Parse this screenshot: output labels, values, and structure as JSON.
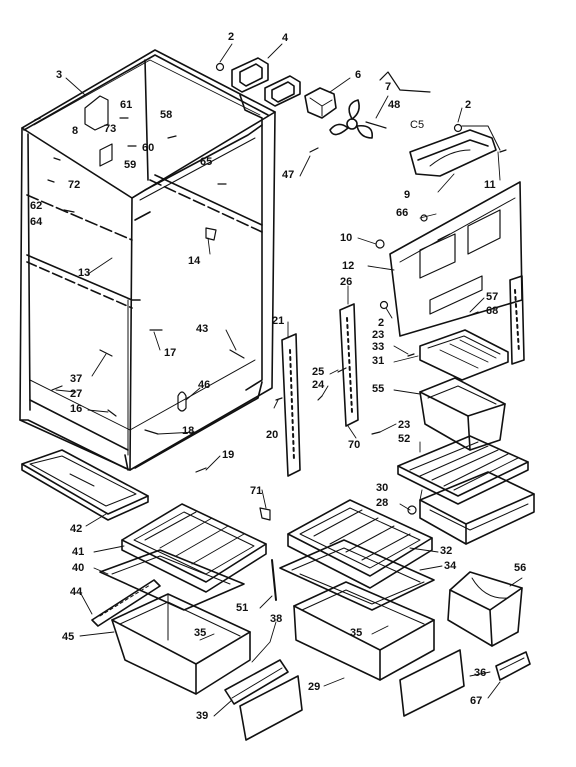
{
  "callouts": [
    {
      "id": "c2a",
      "text": "2"
    },
    {
      "id": "c4",
      "text": "4"
    },
    {
      "id": "c3",
      "text": "3"
    },
    {
      "id": "c6",
      "text": "6"
    },
    {
      "id": "c7",
      "text": "7"
    },
    {
      "id": "c48",
      "text": "48"
    },
    {
      "id": "c2b",
      "text": "2"
    },
    {
      "id": "c5",
      "text": "C5"
    },
    {
      "id": "c61",
      "text": "61"
    },
    {
      "id": "c58",
      "text": "58"
    },
    {
      "id": "c8",
      "text": "8"
    },
    {
      "id": "c73",
      "text": "73"
    },
    {
      "id": "c60",
      "text": "60"
    },
    {
      "id": "c59",
      "text": "59"
    },
    {
      "id": "c72",
      "text": "72"
    },
    {
      "id": "c65",
      "text": "65"
    },
    {
      "id": "c47",
      "text": "47"
    },
    {
      "id": "c9",
      "text": "9"
    },
    {
      "id": "c11",
      "text": "11"
    },
    {
      "id": "c66",
      "text": "66"
    },
    {
      "id": "c62",
      "text": "62"
    },
    {
      "id": "c64",
      "text": "64"
    },
    {
      "id": "c10",
      "text": "10"
    },
    {
      "id": "c14",
      "text": "14"
    },
    {
      "id": "c12",
      "text": "12"
    },
    {
      "id": "c13",
      "text": "13"
    },
    {
      "id": "c26",
      "text": "26"
    },
    {
      "id": "c57",
      "text": "57"
    },
    {
      "id": "c68",
      "text": "68"
    },
    {
      "id": "c2c",
      "text": "2"
    },
    {
      "id": "c21",
      "text": "21"
    },
    {
      "id": "c23a",
      "text": "23"
    },
    {
      "id": "c43",
      "text": "43"
    },
    {
      "id": "c17",
      "text": "17"
    },
    {
      "id": "c33",
      "text": "33"
    },
    {
      "id": "c31",
      "text": "31"
    },
    {
      "id": "c25",
      "text": "25"
    },
    {
      "id": "c24",
      "text": "24"
    },
    {
      "id": "c55",
      "text": "55"
    },
    {
      "id": "c37",
      "text": "37"
    },
    {
      "id": "c27",
      "text": "27"
    },
    {
      "id": "c46",
      "text": "46"
    },
    {
      "id": "c16",
      "text": "16"
    },
    {
      "id": "c18",
      "text": "18"
    },
    {
      "id": "c20",
      "text": "20"
    },
    {
      "id": "c70",
      "text": "70"
    },
    {
      "id": "c23b",
      "text": "23"
    },
    {
      "id": "c52",
      "text": "52"
    },
    {
      "id": "c19",
      "text": "19"
    },
    {
      "id": "c30",
      "text": "30"
    },
    {
      "id": "c28",
      "text": "28"
    },
    {
      "id": "c71",
      "text": "71"
    },
    {
      "id": "c42",
      "text": "42"
    },
    {
      "id": "c41",
      "text": "41"
    },
    {
      "id": "c32",
      "text": "32"
    },
    {
      "id": "c40",
      "text": "40"
    },
    {
      "id": "c34",
      "text": "34"
    },
    {
      "id": "c56",
      "text": "56"
    },
    {
      "id": "c44",
      "text": "44"
    },
    {
      "id": "c51",
      "text": "51"
    },
    {
      "id": "c38",
      "text": "38"
    },
    {
      "id": "c45",
      "text": "45"
    },
    {
      "id": "c35a",
      "text": "35"
    },
    {
      "id": "c35b",
      "text": "35"
    },
    {
      "id": "c36",
      "text": "36"
    },
    {
      "id": "c29",
      "text": "29"
    },
    {
      "id": "c39",
      "text": "39"
    },
    {
      "id": "c67",
      "text": "67"
    }
  ]
}
